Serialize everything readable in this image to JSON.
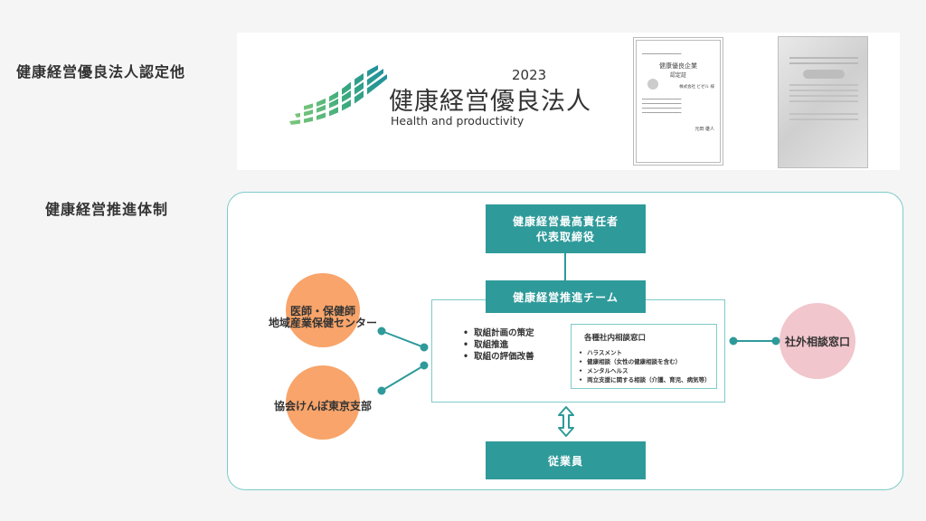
{
  "headings": {
    "certification": "健康経営優良法人認定他",
    "structure": "健康経営推進体制"
  },
  "logo": {
    "year": "2023",
    "title_jp": "健康経営優良法人",
    "title_en": "Health and productivity",
    "stripe_color": "#3aa97e"
  },
  "certificate": {
    "title": "健康優良企業",
    "subtitle": "認定証",
    "company": "株式会社 ビゼル 様",
    "signer": "元田 雄人"
  },
  "diagram": {
    "ceo_line1": "健康経営最高責任者",
    "ceo_line2": "代表取締役",
    "team_title": "健康経営推進チーム",
    "team_items": [
      "取組計画の策定",
      "取組推進",
      "取組の評価改善"
    ],
    "consult_title": "各種社内相談窓口",
    "consult_items": [
      "ハラスメント",
      "健康相談（女性の健康相談を含む）",
      "メンタルヘルス",
      "両立支援に関する相談（介護、育児、病気等）"
    ],
    "left_circle1_line1": "医師・保健師",
    "left_circle1_line2": "地域産業保健センター",
    "left_circle2": "協会けんぽ東京支部",
    "right_circle": "社外相談窓口",
    "employees": "従業員",
    "colors": {
      "teal": "#2f9a9a",
      "frame": "#7ecbcb",
      "orange": "#f8a46a",
      "pink": "#f1c6cc"
    }
  }
}
